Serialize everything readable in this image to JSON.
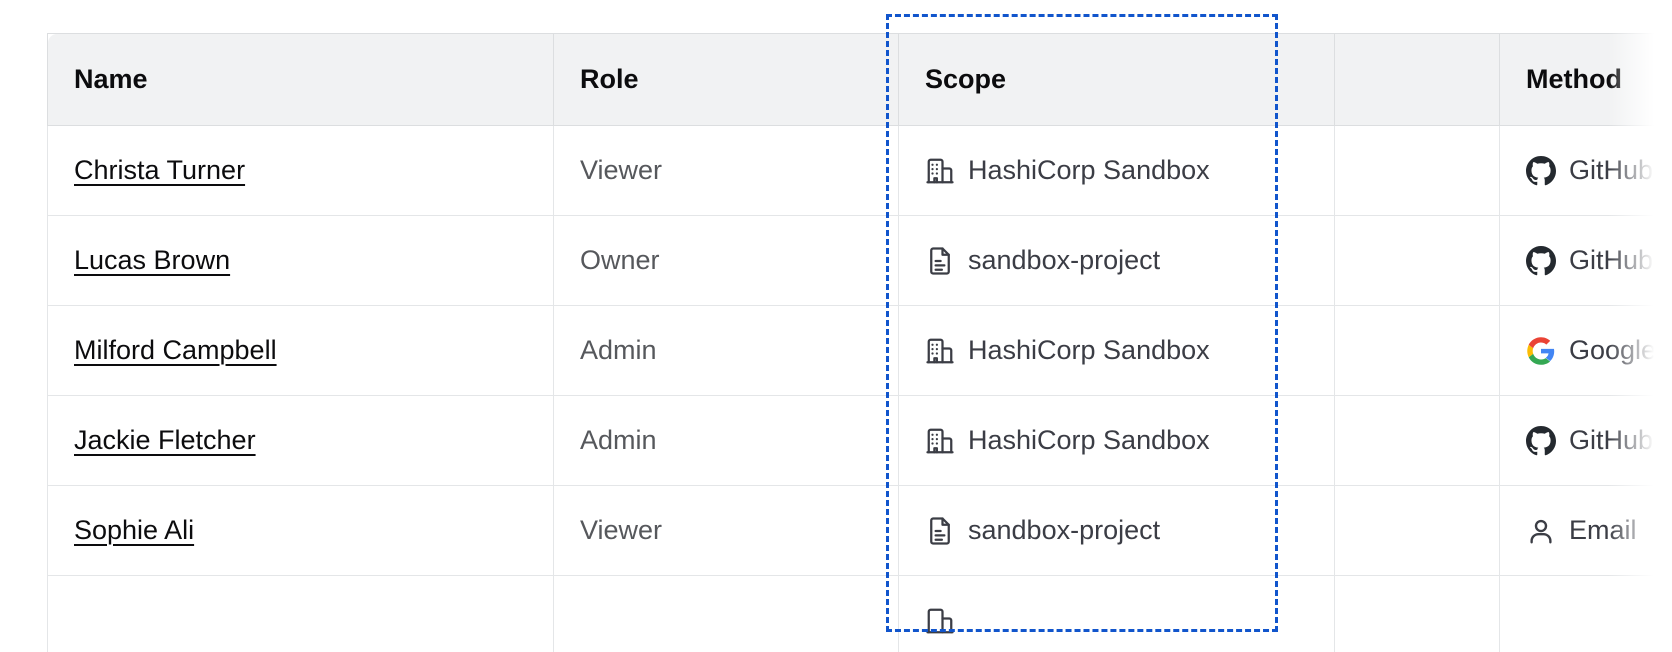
{
  "table": {
    "columns": [
      {
        "key": "name",
        "label": "Name"
      },
      {
        "key": "role",
        "label": "Role"
      },
      {
        "key": "scope",
        "label": "Scope"
      },
      {
        "key": "blank",
        "label": ""
      },
      {
        "key": "method",
        "label": "Method"
      }
    ],
    "rows": [
      {
        "name": "Christa Turner",
        "role": "Viewer",
        "scope": "HashiCorp Sandbox",
        "scope_icon": "org-building-icon",
        "method": "GitHub",
        "method_icon": "github-icon"
      },
      {
        "name": "Lucas Brown",
        "role": "Owner",
        "scope": "sandbox-project",
        "scope_icon": "project-document-icon",
        "method": "GitHub",
        "method_icon": "github-icon"
      },
      {
        "name": "Milford Campbell",
        "role": "Admin",
        "scope": "HashiCorp Sandbox",
        "scope_icon": "org-building-icon",
        "method": "Google",
        "method_icon": "google-icon"
      },
      {
        "name": "Jackie Fletcher",
        "role": "Admin",
        "scope": "HashiCorp Sandbox",
        "scope_icon": "org-building-icon",
        "method": "GitHub",
        "method_icon": "github-icon"
      },
      {
        "name": "Sophie Ali",
        "role": "Viewer",
        "scope": "sandbox-project",
        "scope_icon": "project-document-icon",
        "method": "Email",
        "method_icon": "user-person-icon"
      }
    ]
  },
  "selection": {
    "target_column": "Scope",
    "border_color": "#1155cc",
    "style": "dashed"
  },
  "colors": {
    "header_background": "#f1f2f3",
    "row_background": "#ffffff",
    "border": "#e4e6e8",
    "header_text": "#0c0c0e",
    "body_text": "#56585c",
    "link_text": "#0c0c0e",
    "selection_blue": "#1155cc"
  }
}
